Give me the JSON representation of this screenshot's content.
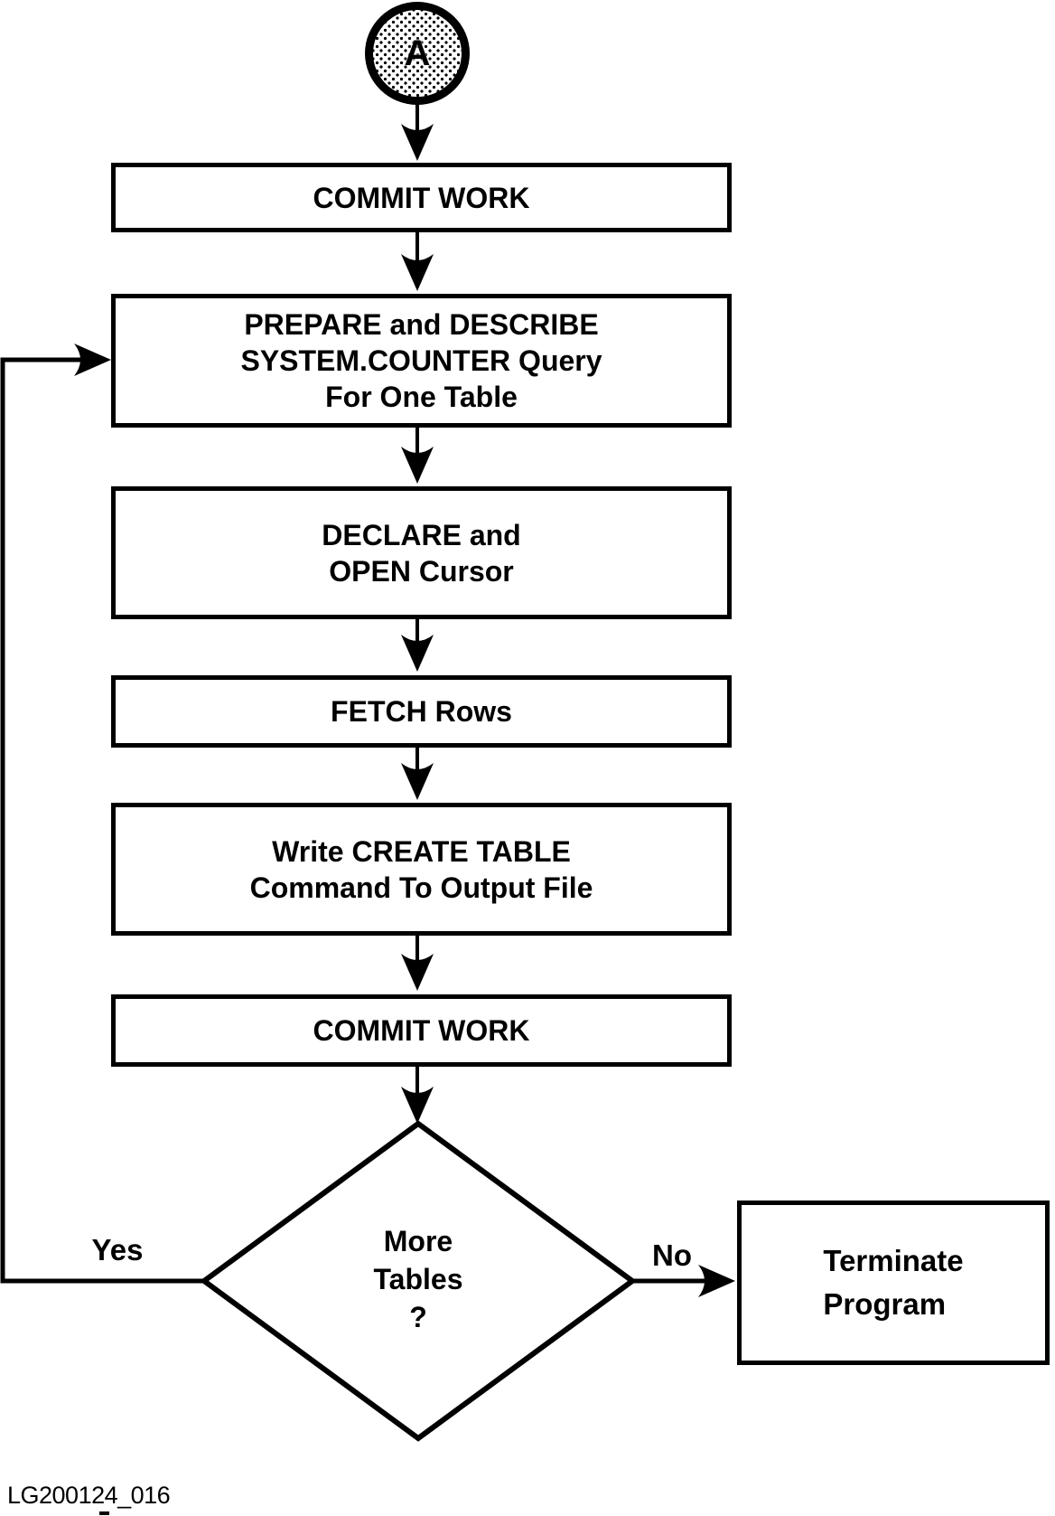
{
  "diagram": {
    "connector": {
      "label": "A"
    },
    "nodes": [
      {
        "id": "commit-work-1",
        "lines": [
          "COMMIT WORK"
        ]
      },
      {
        "id": "prepare-describe",
        "lines": [
          "PREPARE and DESCRIBE",
          "SYSTEM.COUNTER Query",
          "For One Table"
        ]
      },
      {
        "id": "declare-open",
        "lines": [
          "DECLARE and",
          "OPEN Cursor"
        ]
      },
      {
        "id": "fetch-rows",
        "lines": [
          "FETCH Rows"
        ]
      },
      {
        "id": "write-create-table",
        "lines": [
          "Write CREATE TABLE",
          "Command To Output File"
        ]
      },
      {
        "id": "commit-work-2",
        "lines": [
          "COMMIT WORK"
        ]
      }
    ],
    "decision": {
      "lines": [
        "More",
        "Tables",
        "?"
      ]
    },
    "terminate": {
      "lines": [
        "Terminate",
        "Program"
      ]
    },
    "labels": {
      "yes": "Yes",
      "no": "No"
    },
    "caption": "LG200124_016",
    "colors": {
      "ink": "#000000",
      "paper": "#ffffff"
    }
  }
}
